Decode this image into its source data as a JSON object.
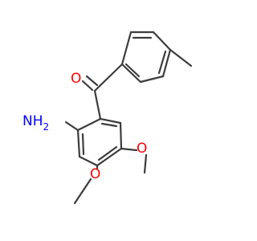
{
  "molecule": {
    "atoms": {
      "carbonyl_oxygen": {
        "symbol": "O",
        "color": "#ff0000"
      },
      "amino_group": {
        "symbol": "NH",
        "subscript": "2",
        "color": "#0000ff"
      },
      "methoxy_oxygen_upper": {
        "symbol": "O",
        "color": "#ff0000"
      },
      "methoxy_oxygen_lower": {
        "symbol": "O",
        "color": "#ff0000"
      }
    },
    "bond_color": "#3c3c3c",
    "background": "#ffffff"
  }
}
